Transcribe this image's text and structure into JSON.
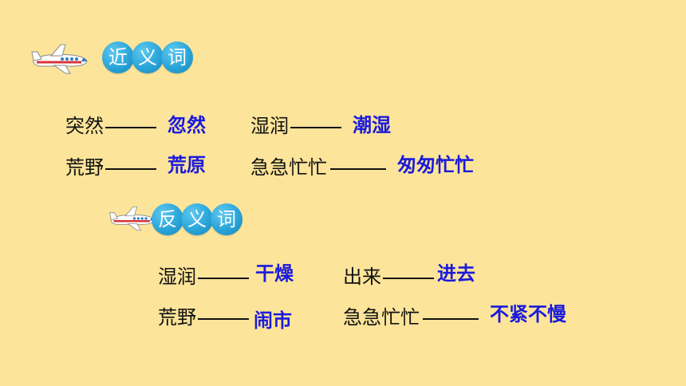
{
  "synonyms": {
    "title_chars": [
      "近",
      "义",
      "词"
    ],
    "rows": [
      {
        "left": {
          "term": "突然",
          "answer": "忽然"
        },
        "right": {
          "term": "湿润",
          "answer": "潮湿"
        }
      },
      {
        "left": {
          "term": "荒野",
          "answer": "荒原"
        },
        "right": {
          "term": "急急忙忙",
          "answer": "匆匆忙忙"
        }
      }
    ]
  },
  "antonyms": {
    "title_chars": [
      "反",
      "义",
      "词"
    ],
    "rows": [
      {
        "left": {
          "term": "湿润",
          "answer": "干燥"
        },
        "right": {
          "term": "出来",
          "answer": "进去"
        }
      },
      {
        "left": {
          "term": "荒野",
          "answer": "闹市"
        },
        "right": {
          "term": "急急忙忙",
          "answer": "不紧不慢"
        }
      }
    ]
  },
  "colors": {
    "background": "#fce49a",
    "term_text": "#111111",
    "answer_text": "#1a1adc",
    "bubble": "#2aa5d9"
  }
}
